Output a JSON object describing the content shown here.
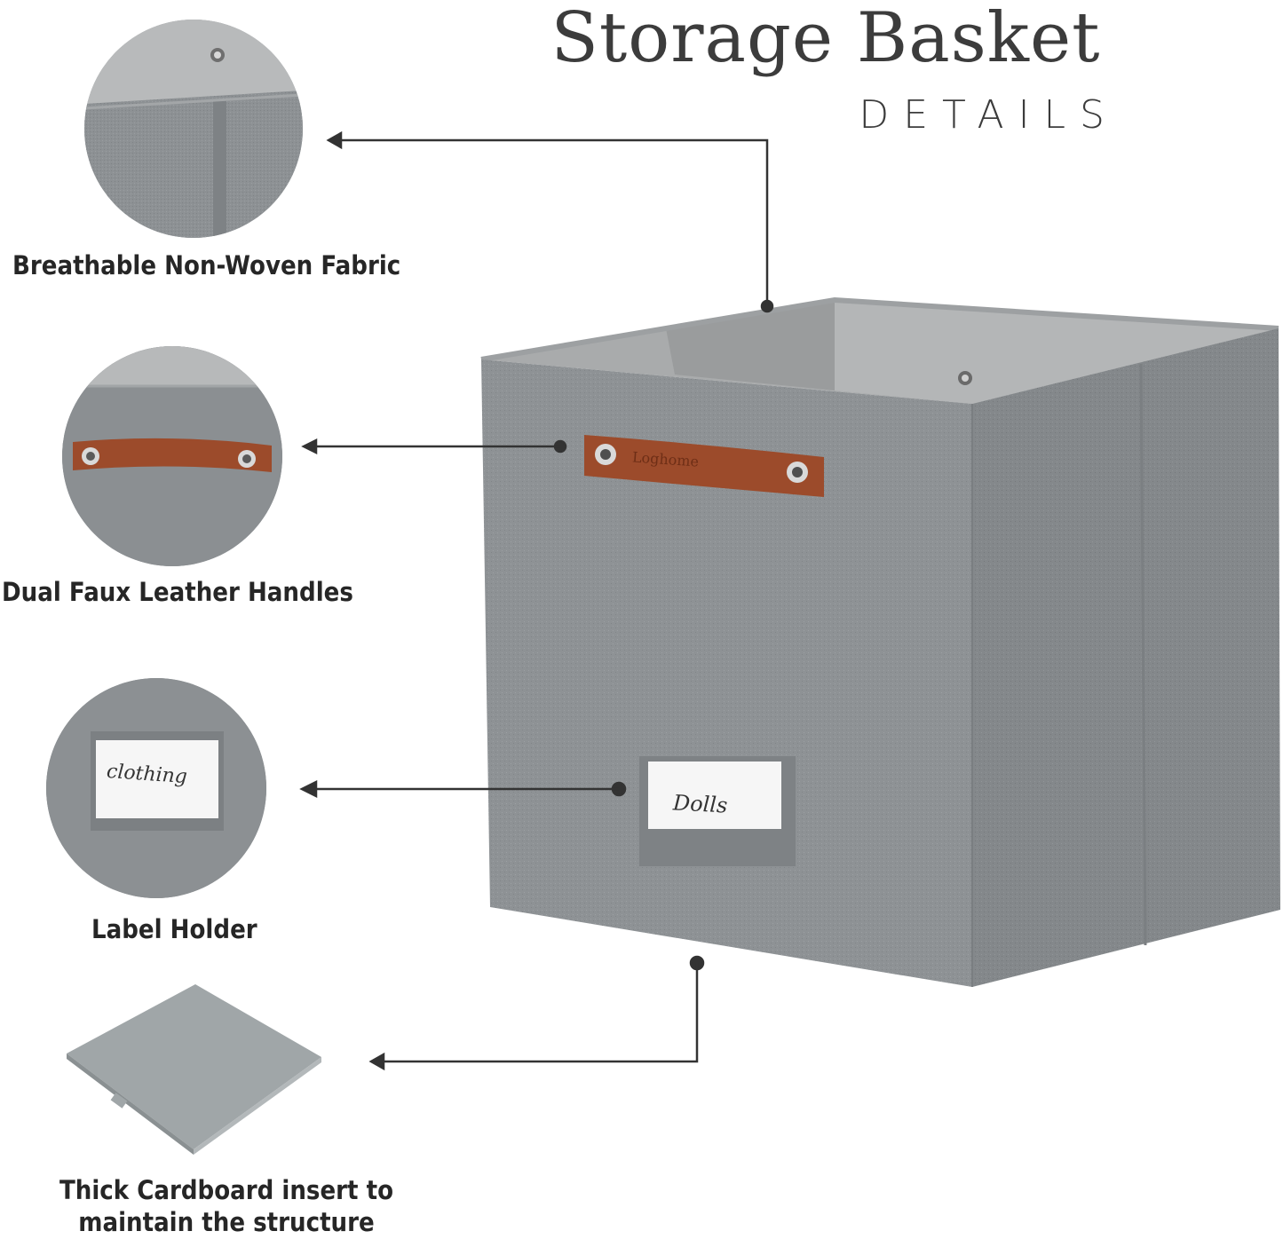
{
  "header": {
    "title": "Storage Basket",
    "subtitle": "DETAILS"
  },
  "features": [
    {
      "label": "Breathable Non-Woven Fabric",
      "icon": "fabric-corner-icon"
    },
    {
      "label": "Dual Faux Leather Handles",
      "icon": "leather-handle-icon"
    },
    {
      "label": "Label Holder",
      "icon": "label-holder-icon",
      "sample_label": "clothing"
    },
    {
      "label_line1": "Thick Cardboard insert to",
      "label_line2": "maintain the structure",
      "icon": "cardboard-insert-icon"
    }
  ],
  "product": {
    "label_text": "Dolls",
    "handle_brand": "Loghome"
  },
  "colors": {
    "fabric": "#8e9295",
    "fabric_dark": "#7d8184",
    "interior": "#a9abac",
    "leather": "#9a4a2a",
    "text": "#262626",
    "title": "#3c3c3c"
  }
}
